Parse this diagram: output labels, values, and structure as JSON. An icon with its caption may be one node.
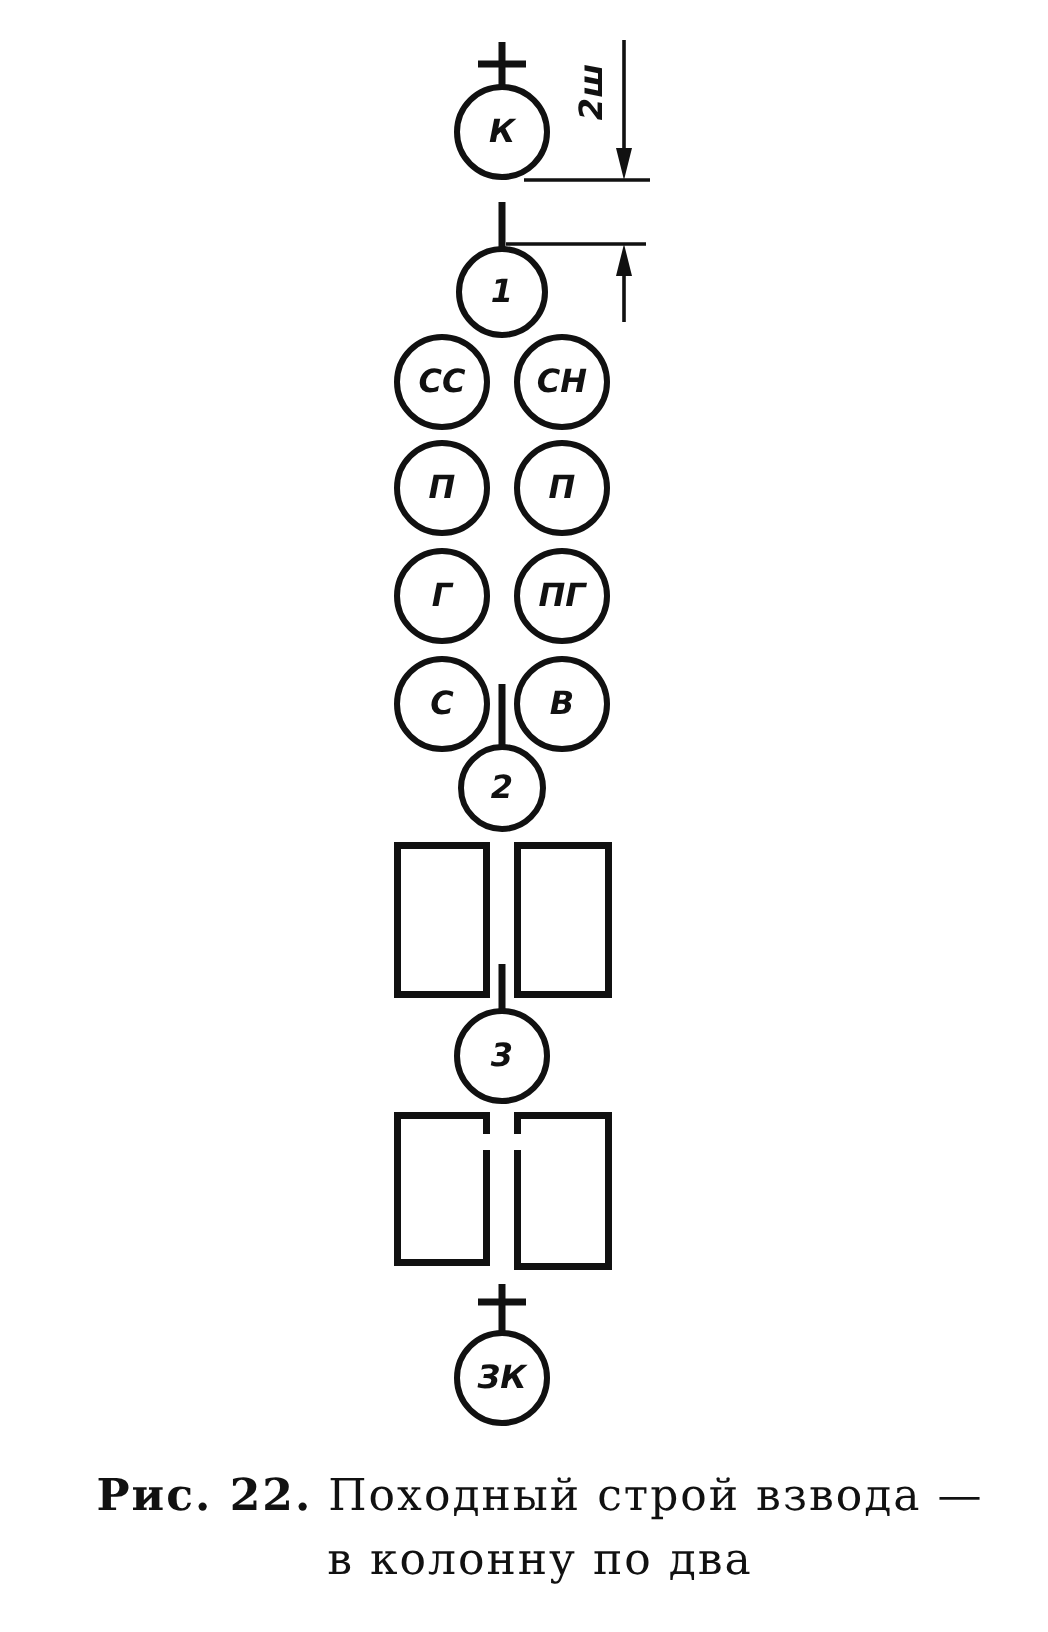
{
  "diagram": {
    "caption": "**Рис. 22.** Походный строй взвода — в колонну по два",
    "nodes": [
      {
        "text": [
          "К"
        ]
      },
      {
        "text": [
          "1"
        ]
      },
      {
        "text": [
          "СС"
        ]
      },
      {
        "text": [
          "СН"
        ]
      },
      {
        "text": [
          "П"
        ]
      },
      {
        "text": [
          "П"
        ]
      },
      {
        "text": [
          "Г"
        ]
      },
      {
        "text": [
          "ПГ"
        ]
      },
      {
        "text": [
          "С"
        ]
      },
      {
        "text": [
          "В"
        ]
      },
      {
        "text": [
          "2"
        ]
      },
      {
        "text": [],
        "shape": "box"
      },
      {
        "text": [],
        "shape": "box"
      },
      {
        "text": [
          "3"
        ]
      },
      {
        "text": [],
        "shape": "box"
      },
      {
        "text": [],
        "shape": "box"
      },
      {
        "text": [
          "ЗК"
        ]
      }
    ],
    "labels": [
      "2ш"
    ]
  }
}
